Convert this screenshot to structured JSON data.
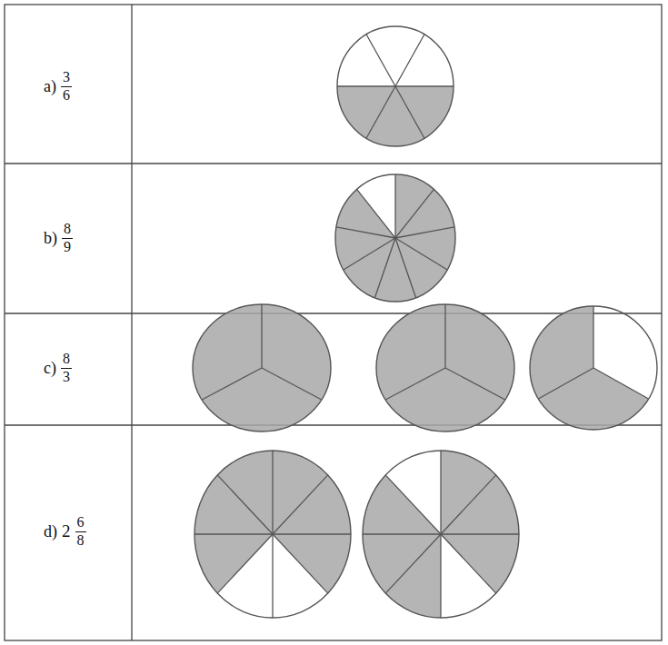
{
  "diagram": {
    "labels": [
      "a)",
      "3",
      "6",
      "b)",
      "8",
      "9",
      "c)",
      "8",
      "3",
      "d)",
      "2",
      "6",
      "8"
    ]
  }
}
